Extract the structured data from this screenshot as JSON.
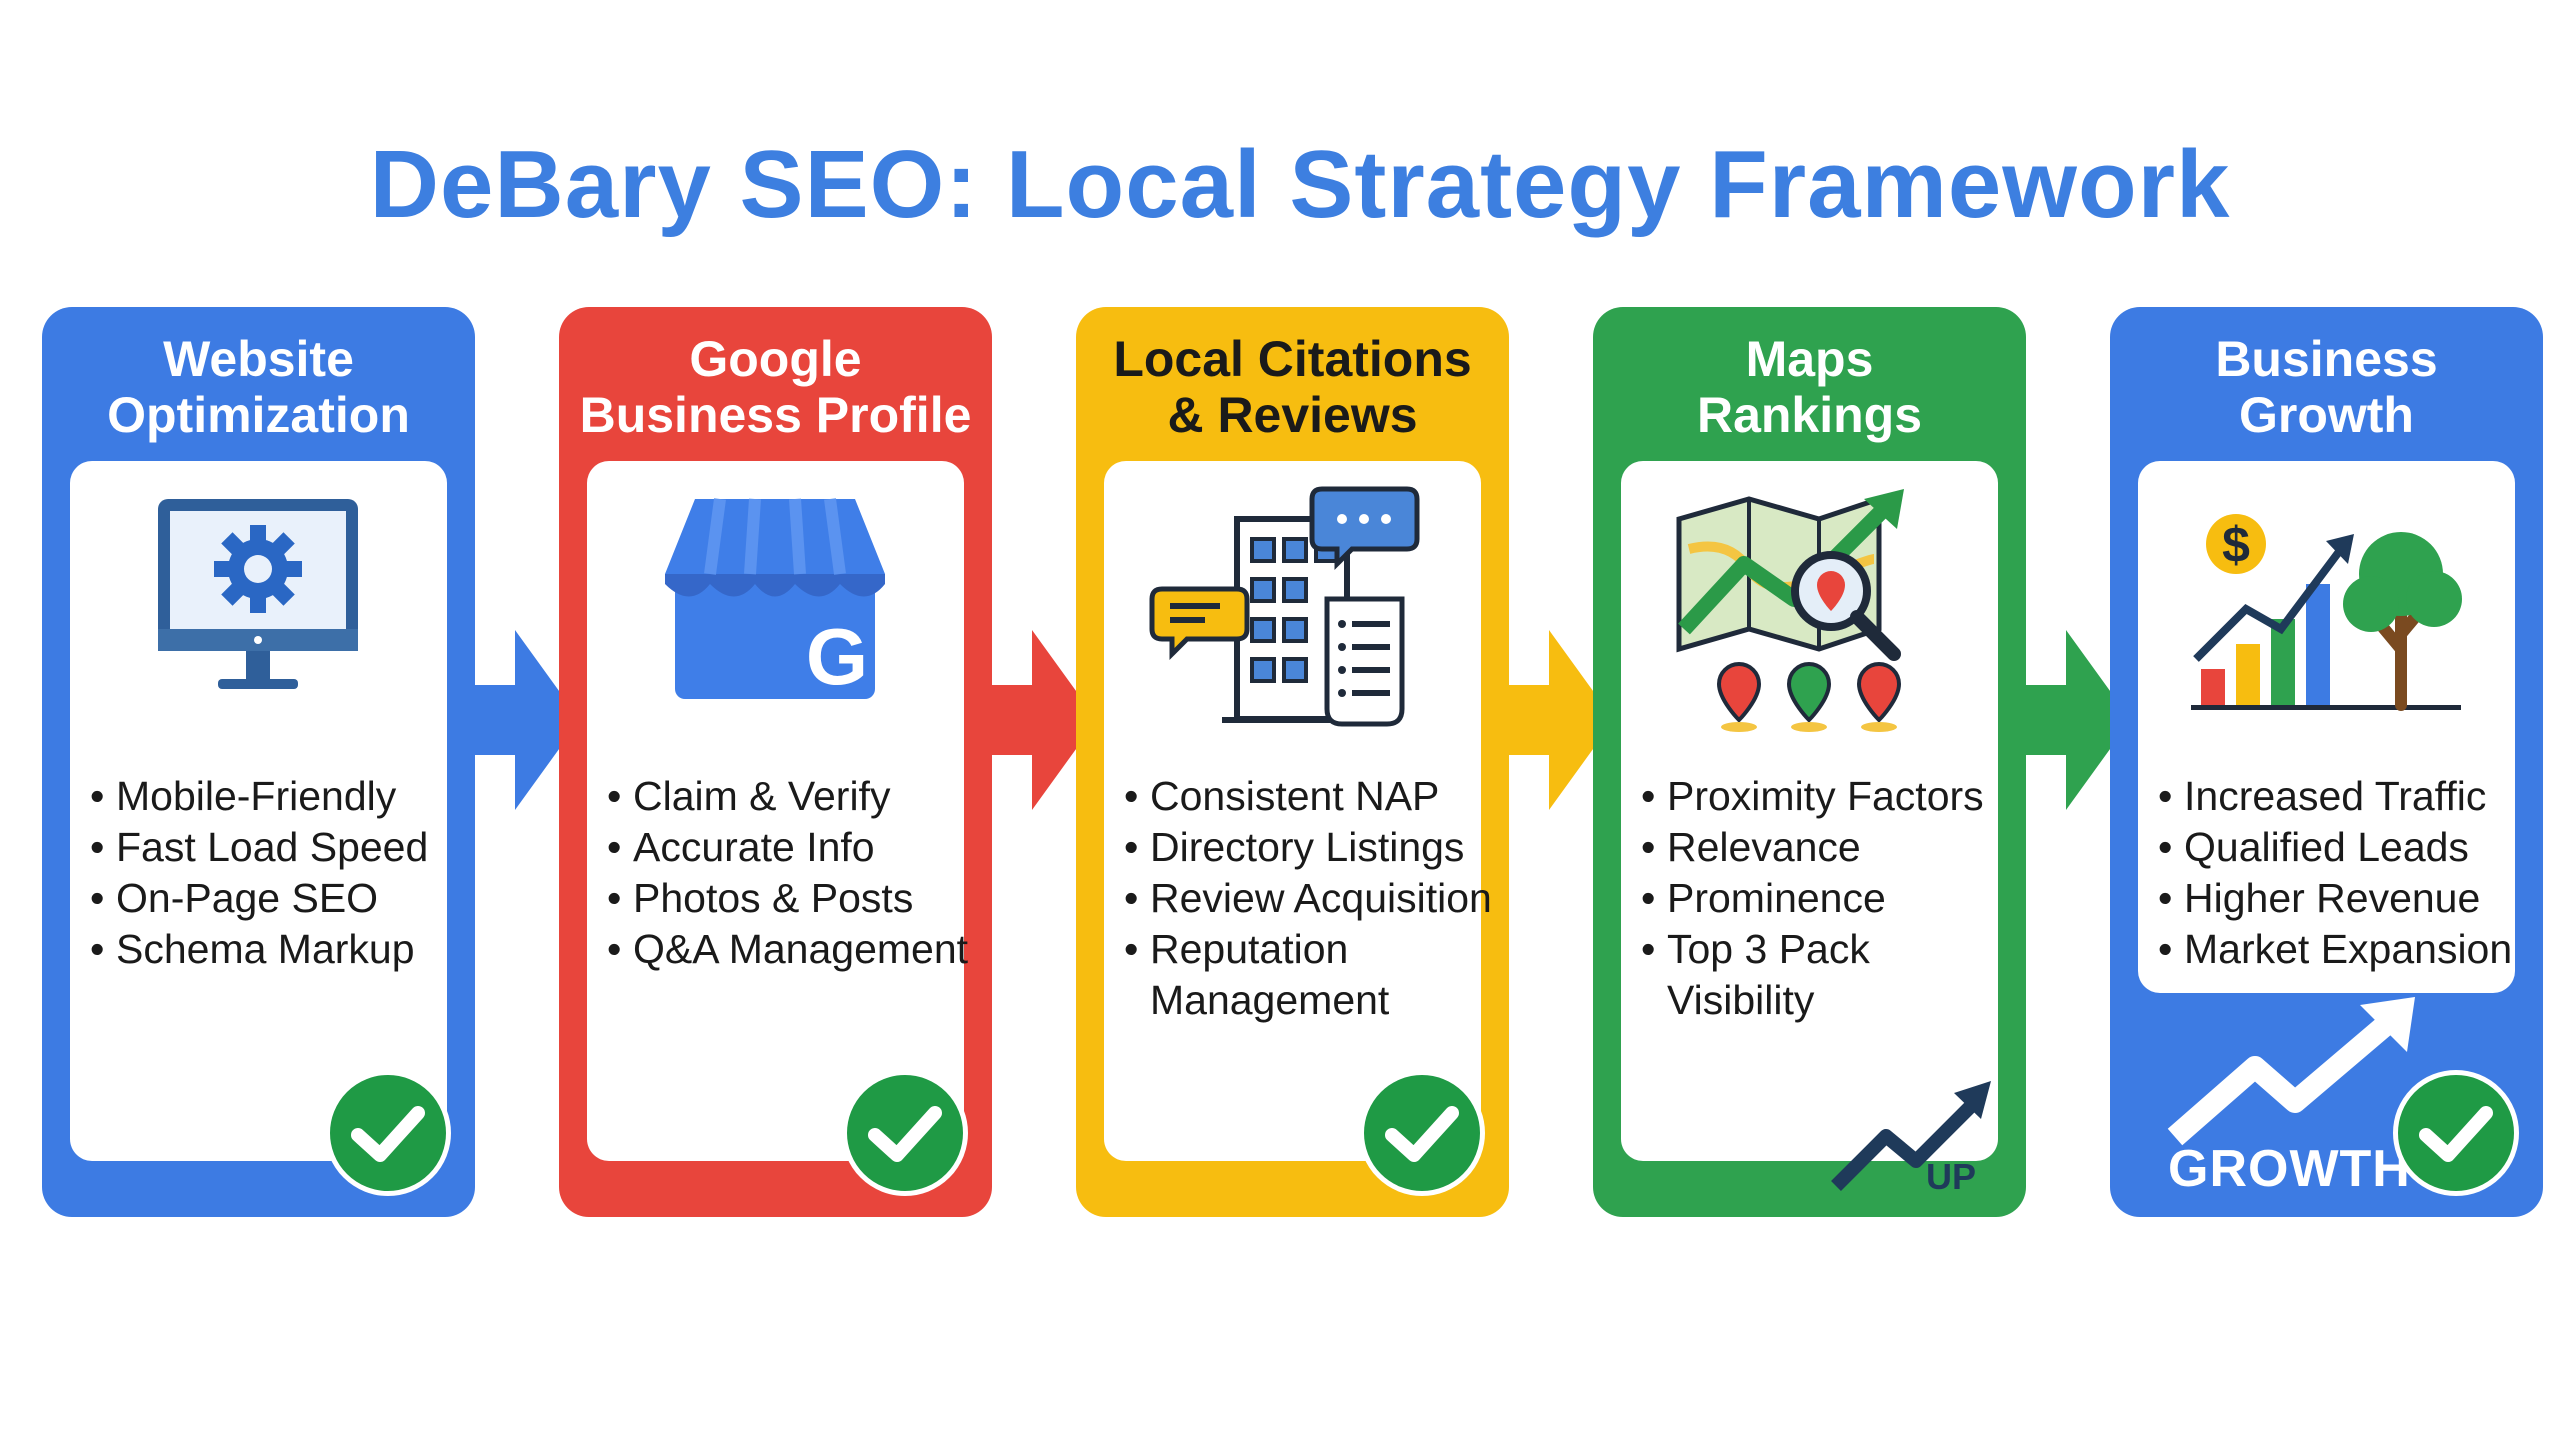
{
  "title": "DeBary SEO: Local Strategy Framework",
  "colors": {
    "blue": "#3d7be3",
    "red": "#e8453c",
    "yellow": "#f7bd10",
    "green": "#2fa24f",
    "title": "#3d7fe0",
    "check": "#1f9a45"
  },
  "panels": [
    {
      "heading": "Website\nOptimization",
      "icon": "monitor-gear-icon",
      "bullets": [
        "Mobile-Friendly",
        "Fast Load Speed",
        "On-Page SEO",
        "Schema Markup"
      ]
    },
    {
      "heading": "Google\nBusiness Profile",
      "icon": "google-storefront-icon",
      "icon_letter": "G",
      "bullets": [
        "Claim & Verify",
        "Accurate Info",
        "Photos & Posts",
        "Q&A Management"
      ]
    },
    {
      "heading": "Local Citations\n& Reviews",
      "icon": "building-chat-document-icon",
      "bullets": [
        "Consistent NAP",
        "Directory Listings",
        "Review Acquisition",
        "Reputation",
        "Management"
      ]
    },
    {
      "heading": "Maps\nRankings",
      "icon": "map-pins-magnifier-icon",
      "bullets": [
        "Proximity Factors",
        "Relevance",
        "Prominence",
        "Top 3 Pack",
        "Visibility"
      ],
      "badge_text": "UP"
    },
    {
      "heading": "Business\nGrowth",
      "icon": "growth-chart-tree-icon",
      "icon_letter": "$",
      "bullets": [
        "Increased Traffic",
        "Qualified Leads",
        "Higher Revenue",
        "Market Expansion"
      ],
      "badge_text": "GROWTH"
    }
  ]
}
